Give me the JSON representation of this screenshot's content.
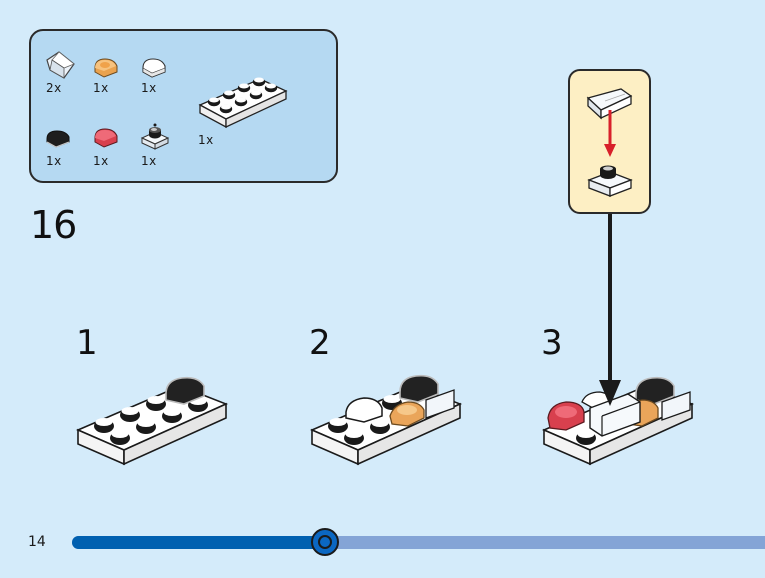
{
  "page": {
    "number": "14",
    "progress_fraction": 0.365
  },
  "parts_list": {
    "items": [
      {
        "name": "transparent-clear-slope",
        "color": "clear",
        "qty": "2x"
      },
      {
        "name": "transparent-orange-round-tile",
        "color": "#f0a040",
        "qty": "1x"
      },
      {
        "name": "white-round-tile",
        "color": "#ffffff",
        "qty": "1x"
      },
      {
        "name": "white-plate-2x4",
        "color": "#ffffff",
        "qty": "1x"
      },
      {
        "name": "black-round-tile",
        "color": "#1e1e1e",
        "qty": "1x"
      },
      {
        "name": "transparent-red-round-tile",
        "color": "#e04050",
        "qty": "1x"
      },
      {
        "name": "clear-plate-with-black-stud",
        "color": "clear",
        "qty": "1x"
      }
    ]
  },
  "step": {
    "number": "16",
    "substeps": [
      {
        "label": "1"
      },
      {
        "label": "2"
      },
      {
        "label": "3"
      }
    ]
  },
  "callout": {
    "description": "clear slope attaches onto clear plate with black stud"
  },
  "colors": {
    "page_bg": "#d4ebfa",
    "panel_bg": "#b5d9f2",
    "callout_bg": "#fdefc4",
    "progress_fill": "#0060b0",
    "progress_track": "#84a4d6",
    "arrow_red": "#d8202a"
  }
}
